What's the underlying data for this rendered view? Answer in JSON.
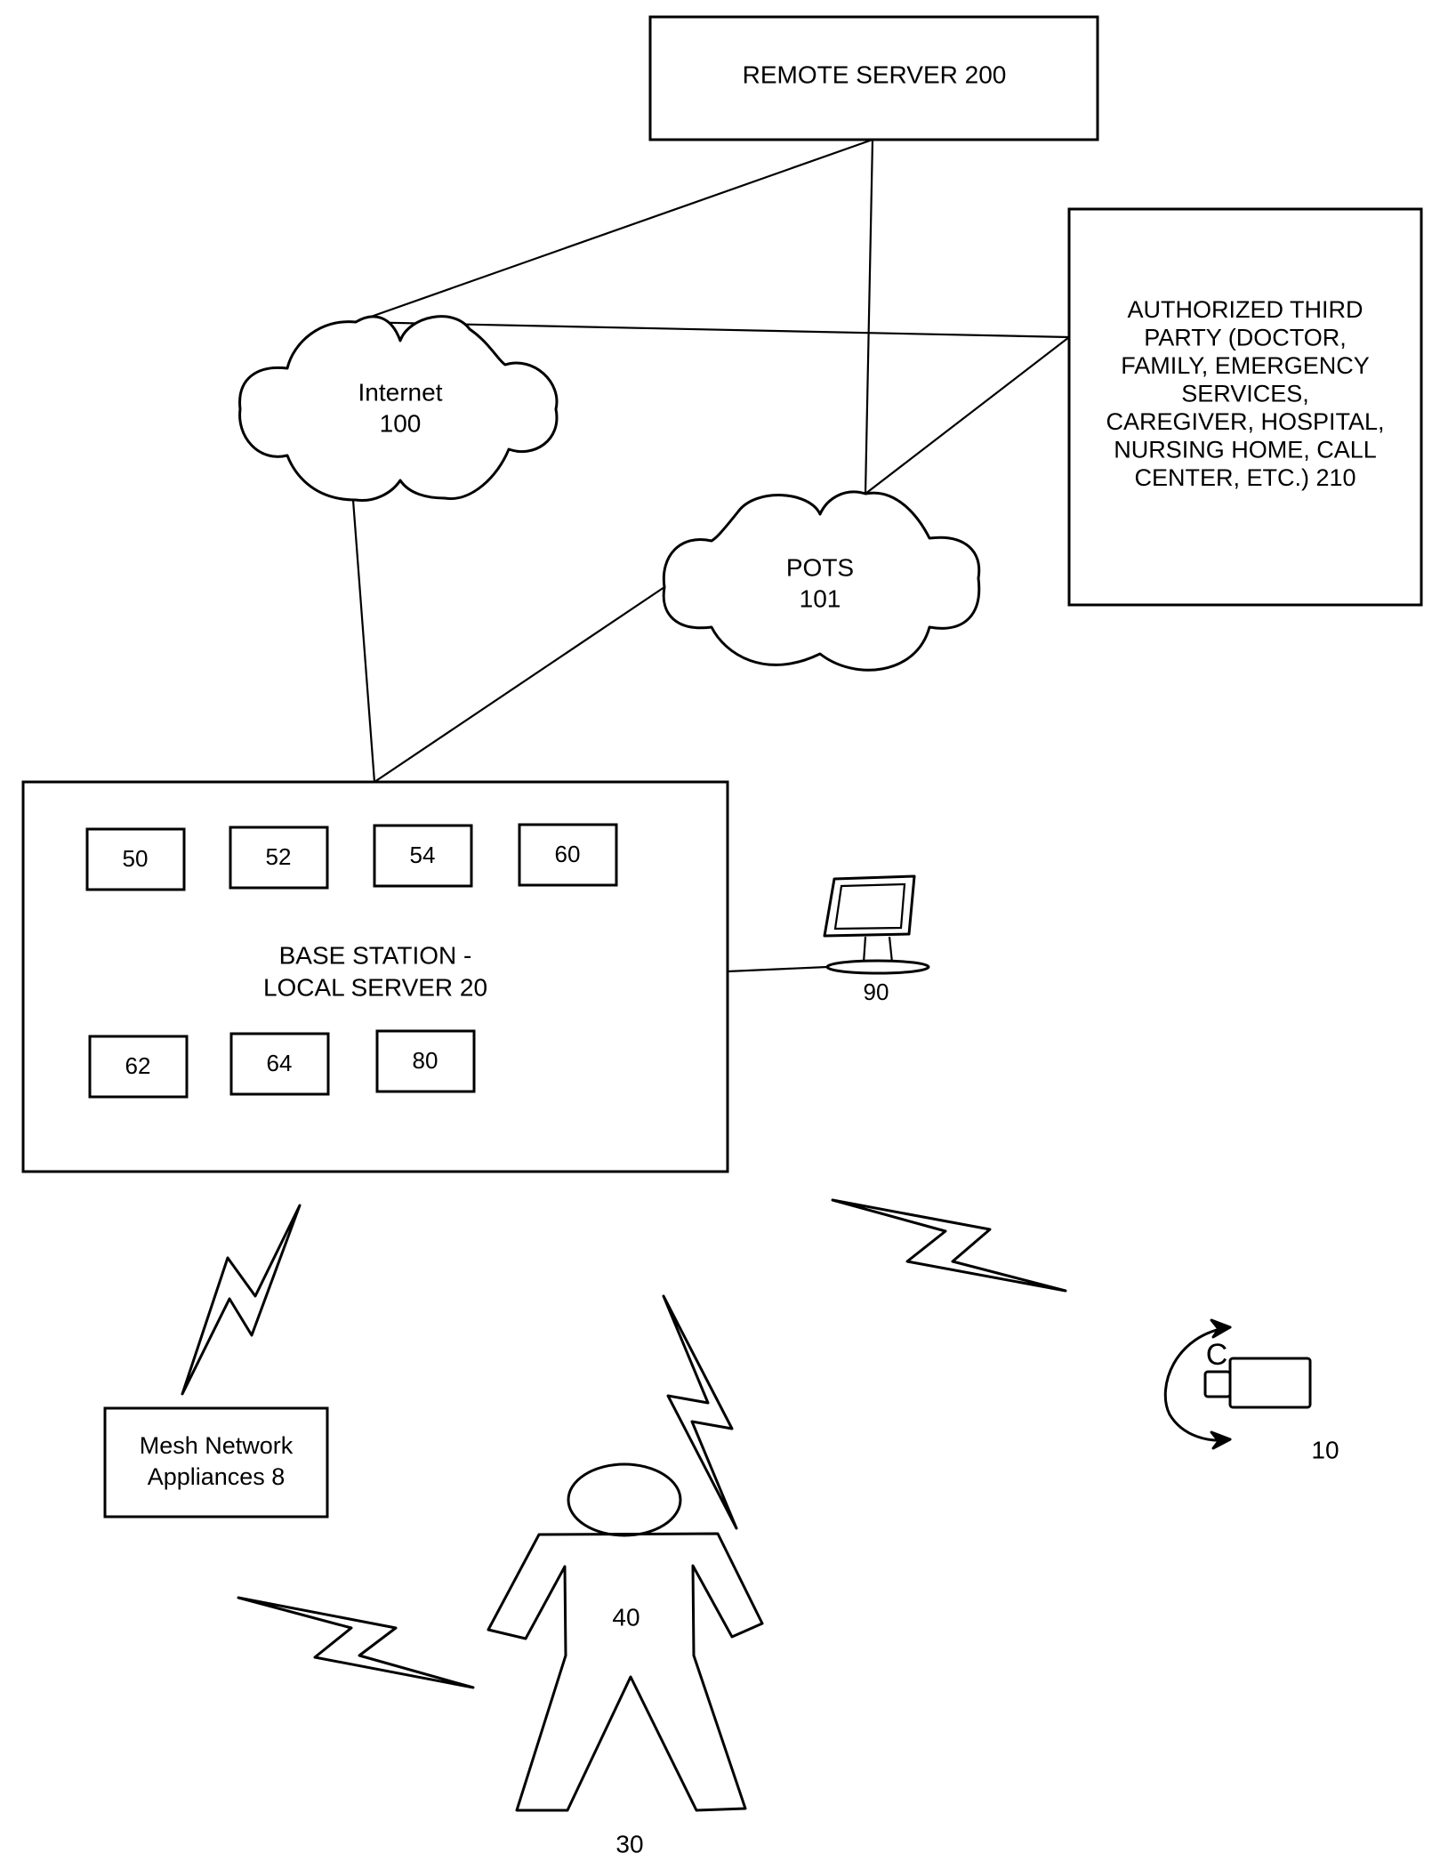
{
  "diagram": {
    "remote_server": {
      "label": "REMOTE SERVER 200"
    },
    "internet": {
      "line1": "Internet",
      "line2": "100"
    },
    "pots": {
      "line1": "POTS",
      "line2": "101"
    },
    "third_party": {
      "lines": [
        "AUTHORIZED THIRD",
        "PARTY (DOCTOR,",
        "FAMILY, EMERGENCY",
        "SERVICES,",
        "CAREGIVER, HOSPITAL,",
        "NURSING HOME, CALL",
        "CENTER, ETC.) 210"
      ]
    },
    "base_station": {
      "line1": "BASE STATION -",
      "line2": "LOCAL SERVER 20",
      "modules": [
        "50",
        "52",
        "54",
        "60",
        "62",
        "64",
        "80"
      ]
    },
    "computer": {
      "label": "90"
    },
    "mesh": {
      "line1": "Mesh Network",
      "line2": "Appliances 8"
    },
    "person": {
      "body_label": "40",
      "label": "30"
    },
    "camera": {
      "glyph": "C",
      "label": "10"
    }
  }
}
